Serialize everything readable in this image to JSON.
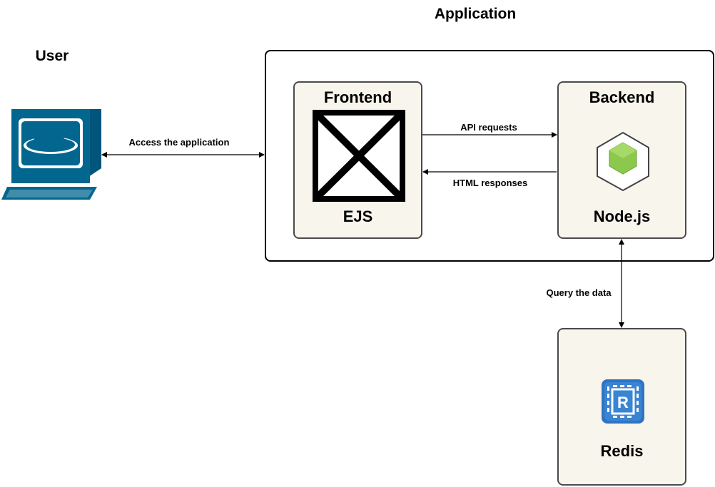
{
  "titles": {
    "user": "User",
    "application": "Application"
  },
  "nodes": {
    "frontend": {
      "title": "Frontend",
      "subtitle": "EJS",
      "icon": "broken-image-icon"
    },
    "backend": {
      "title": "Backend",
      "subtitle": "Node.js",
      "icon": "nodejs-hexagon-icon"
    },
    "redis": {
      "title": "Redis",
      "icon": "redis-chip-icon"
    },
    "user_device": {
      "icon": "computer-terminal-icon"
    }
  },
  "edges": {
    "user_app": "Access the application",
    "api_requests": "API requests",
    "html_responses": "HTML responses",
    "query_data": "Query the data"
  },
  "colors": {
    "box_fill": "#f8f5ed",
    "box_stroke": "#4a4a4a",
    "computer_blue": "#03668f",
    "node_green": "#8cc84b",
    "redis_blue": "#2f74c0"
  }
}
